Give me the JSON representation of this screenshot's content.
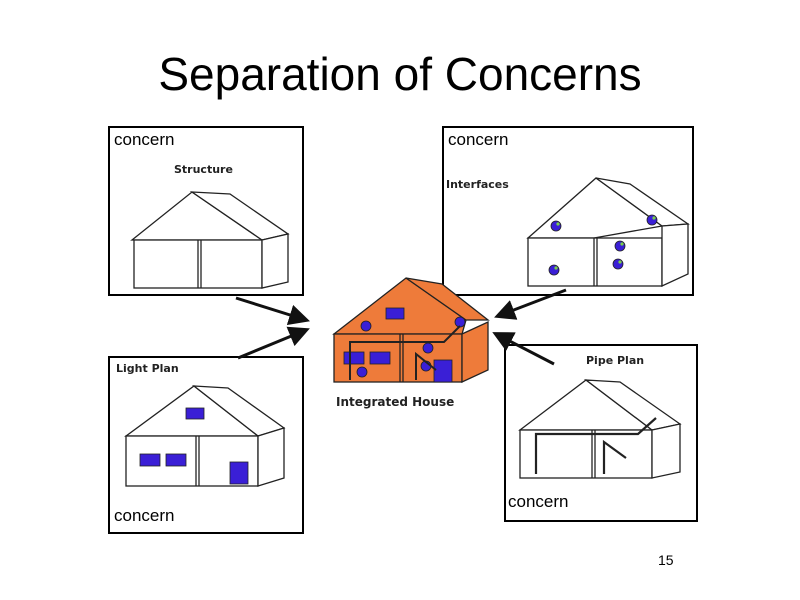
{
  "slide": {
    "title": "Separation of Concerns",
    "page_number": "15"
  },
  "panels": {
    "structure": {
      "concern_label": "concern",
      "plan_label": "Structure"
    },
    "interfaces": {
      "concern_label": "concern",
      "plan_label": "Interfaces"
    },
    "light_plan": {
      "concern_label": "concern",
      "plan_label": "Light Plan"
    },
    "pipe_plan": {
      "concern_label": "concern",
      "plan_label": "Pipe Plan"
    }
  },
  "center": {
    "label": "Integrated House"
  },
  "colors": {
    "house_fill": "#ee7b3a",
    "window_fill": "#3a1fd6",
    "outline": "#222222"
  }
}
